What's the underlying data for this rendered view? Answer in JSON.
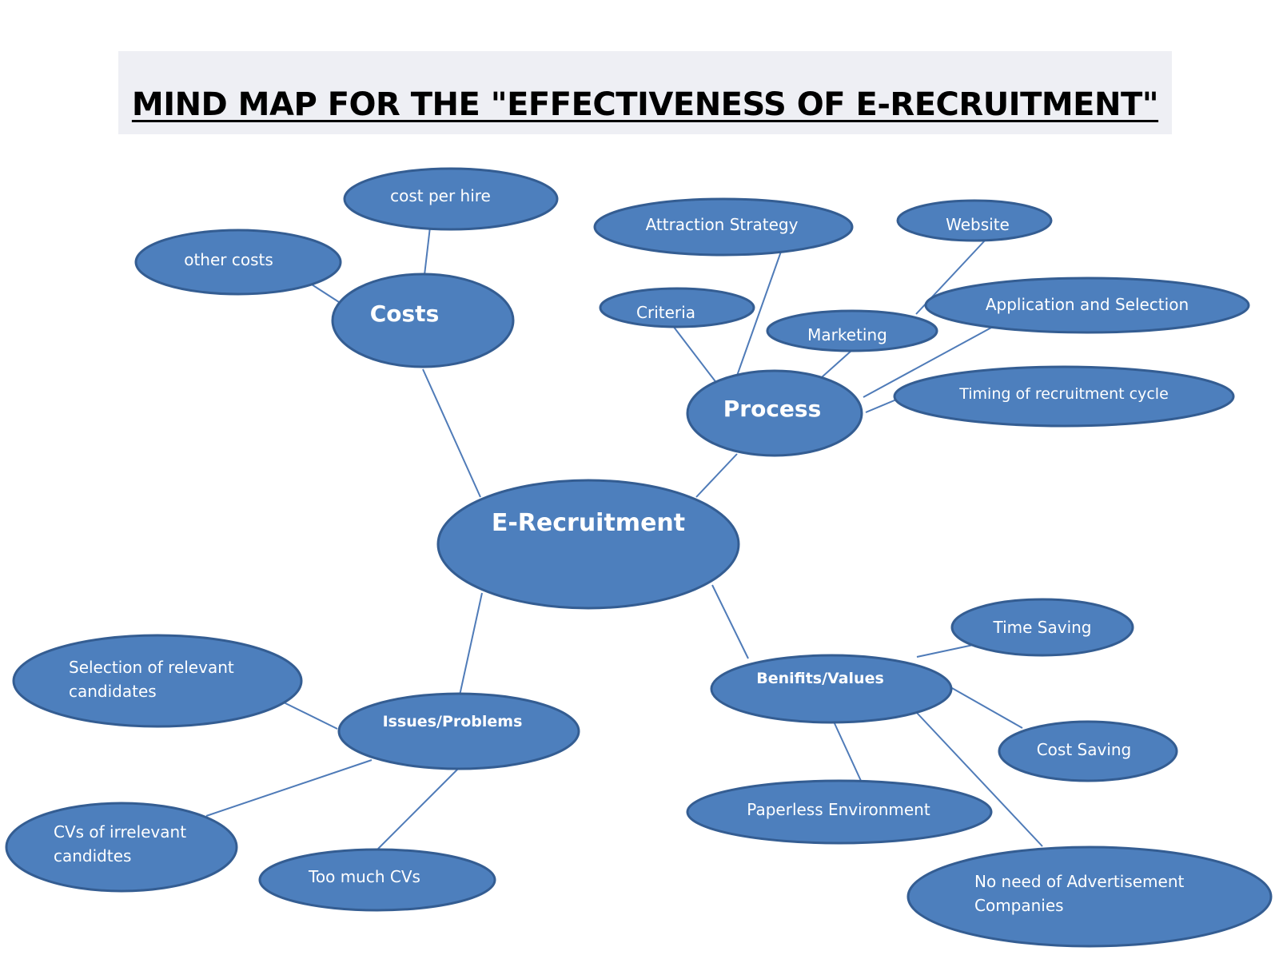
{
  "title": "MIND MAP FOR THE \"EFFECTIVENESS OF E-RECRUITMENT\"",
  "center": "E-Recruitment",
  "costs": {
    "label": "Costs",
    "cost_per_hire": "cost per hire",
    "other_costs": "other costs"
  },
  "process": {
    "label": "Process",
    "attraction_strategy": "Attraction Strategy",
    "website": "Website",
    "criteria": "Criteria",
    "marketing": "Marketing",
    "application_and_selection": "Application and Selection",
    "timing": "Timing of recruitment cycle"
  },
  "issues": {
    "label": "Issues/Problems",
    "selection_line1": "Selection of relevant",
    "selection_line2": "candidates",
    "cvs_line1": "CVs of irrelevant",
    "cvs_line2": "candidtes",
    "too_much_cvs": "Too much CVs"
  },
  "benefits": {
    "label": "Benifits/Values",
    "time_saving": "Time Saving",
    "cost_saving": "Cost Saving",
    "paperless": "Paperless Environment",
    "no_need_line1": "No need of Advertisement",
    "no_need_line2": "Companies"
  },
  "colors": {
    "node_fill": "#4d7fbd",
    "node_border": "#345d92",
    "link": "#4f7bb8",
    "title_band": "#eeeff4"
  }
}
